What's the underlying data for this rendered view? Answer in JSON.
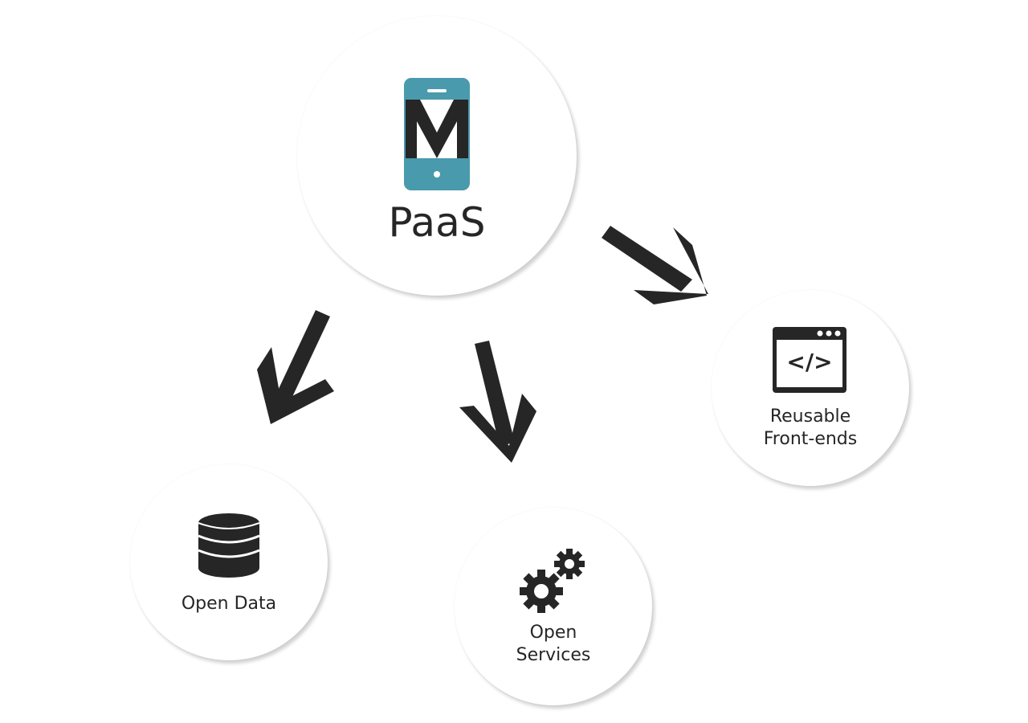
{
  "colors": {
    "accent": "#4a9aad",
    "dark": "#262626",
    "background": "#ffffff"
  },
  "hub": {
    "label": "PaaS",
    "icon": "mobile-m-logo-icon"
  },
  "nodes": {
    "frontends": {
      "line1": "Reusable",
      "line2": "Front-ends",
      "icon": "code-window-icon"
    },
    "opendata": {
      "label": "Open Data",
      "icon": "database-icon"
    },
    "services": {
      "line1": "Open",
      "line2": "Services",
      "icon": "gears-icon"
    }
  }
}
